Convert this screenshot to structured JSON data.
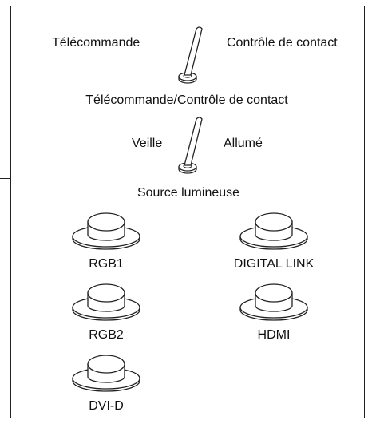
{
  "switches": [
    {
      "left_label": "Télécommande",
      "right_label": "Contrôle de contact",
      "caption": "Télécommande/Contrôle de contact"
    },
    {
      "left_label": "Veille",
      "right_label": "Allumé",
      "caption": "Source lumineuse"
    }
  ],
  "buttons": [
    "RGB1",
    "DIGITAL LINK",
    "RGB2",
    "HDMI",
    "DVI-D"
  ]
}
